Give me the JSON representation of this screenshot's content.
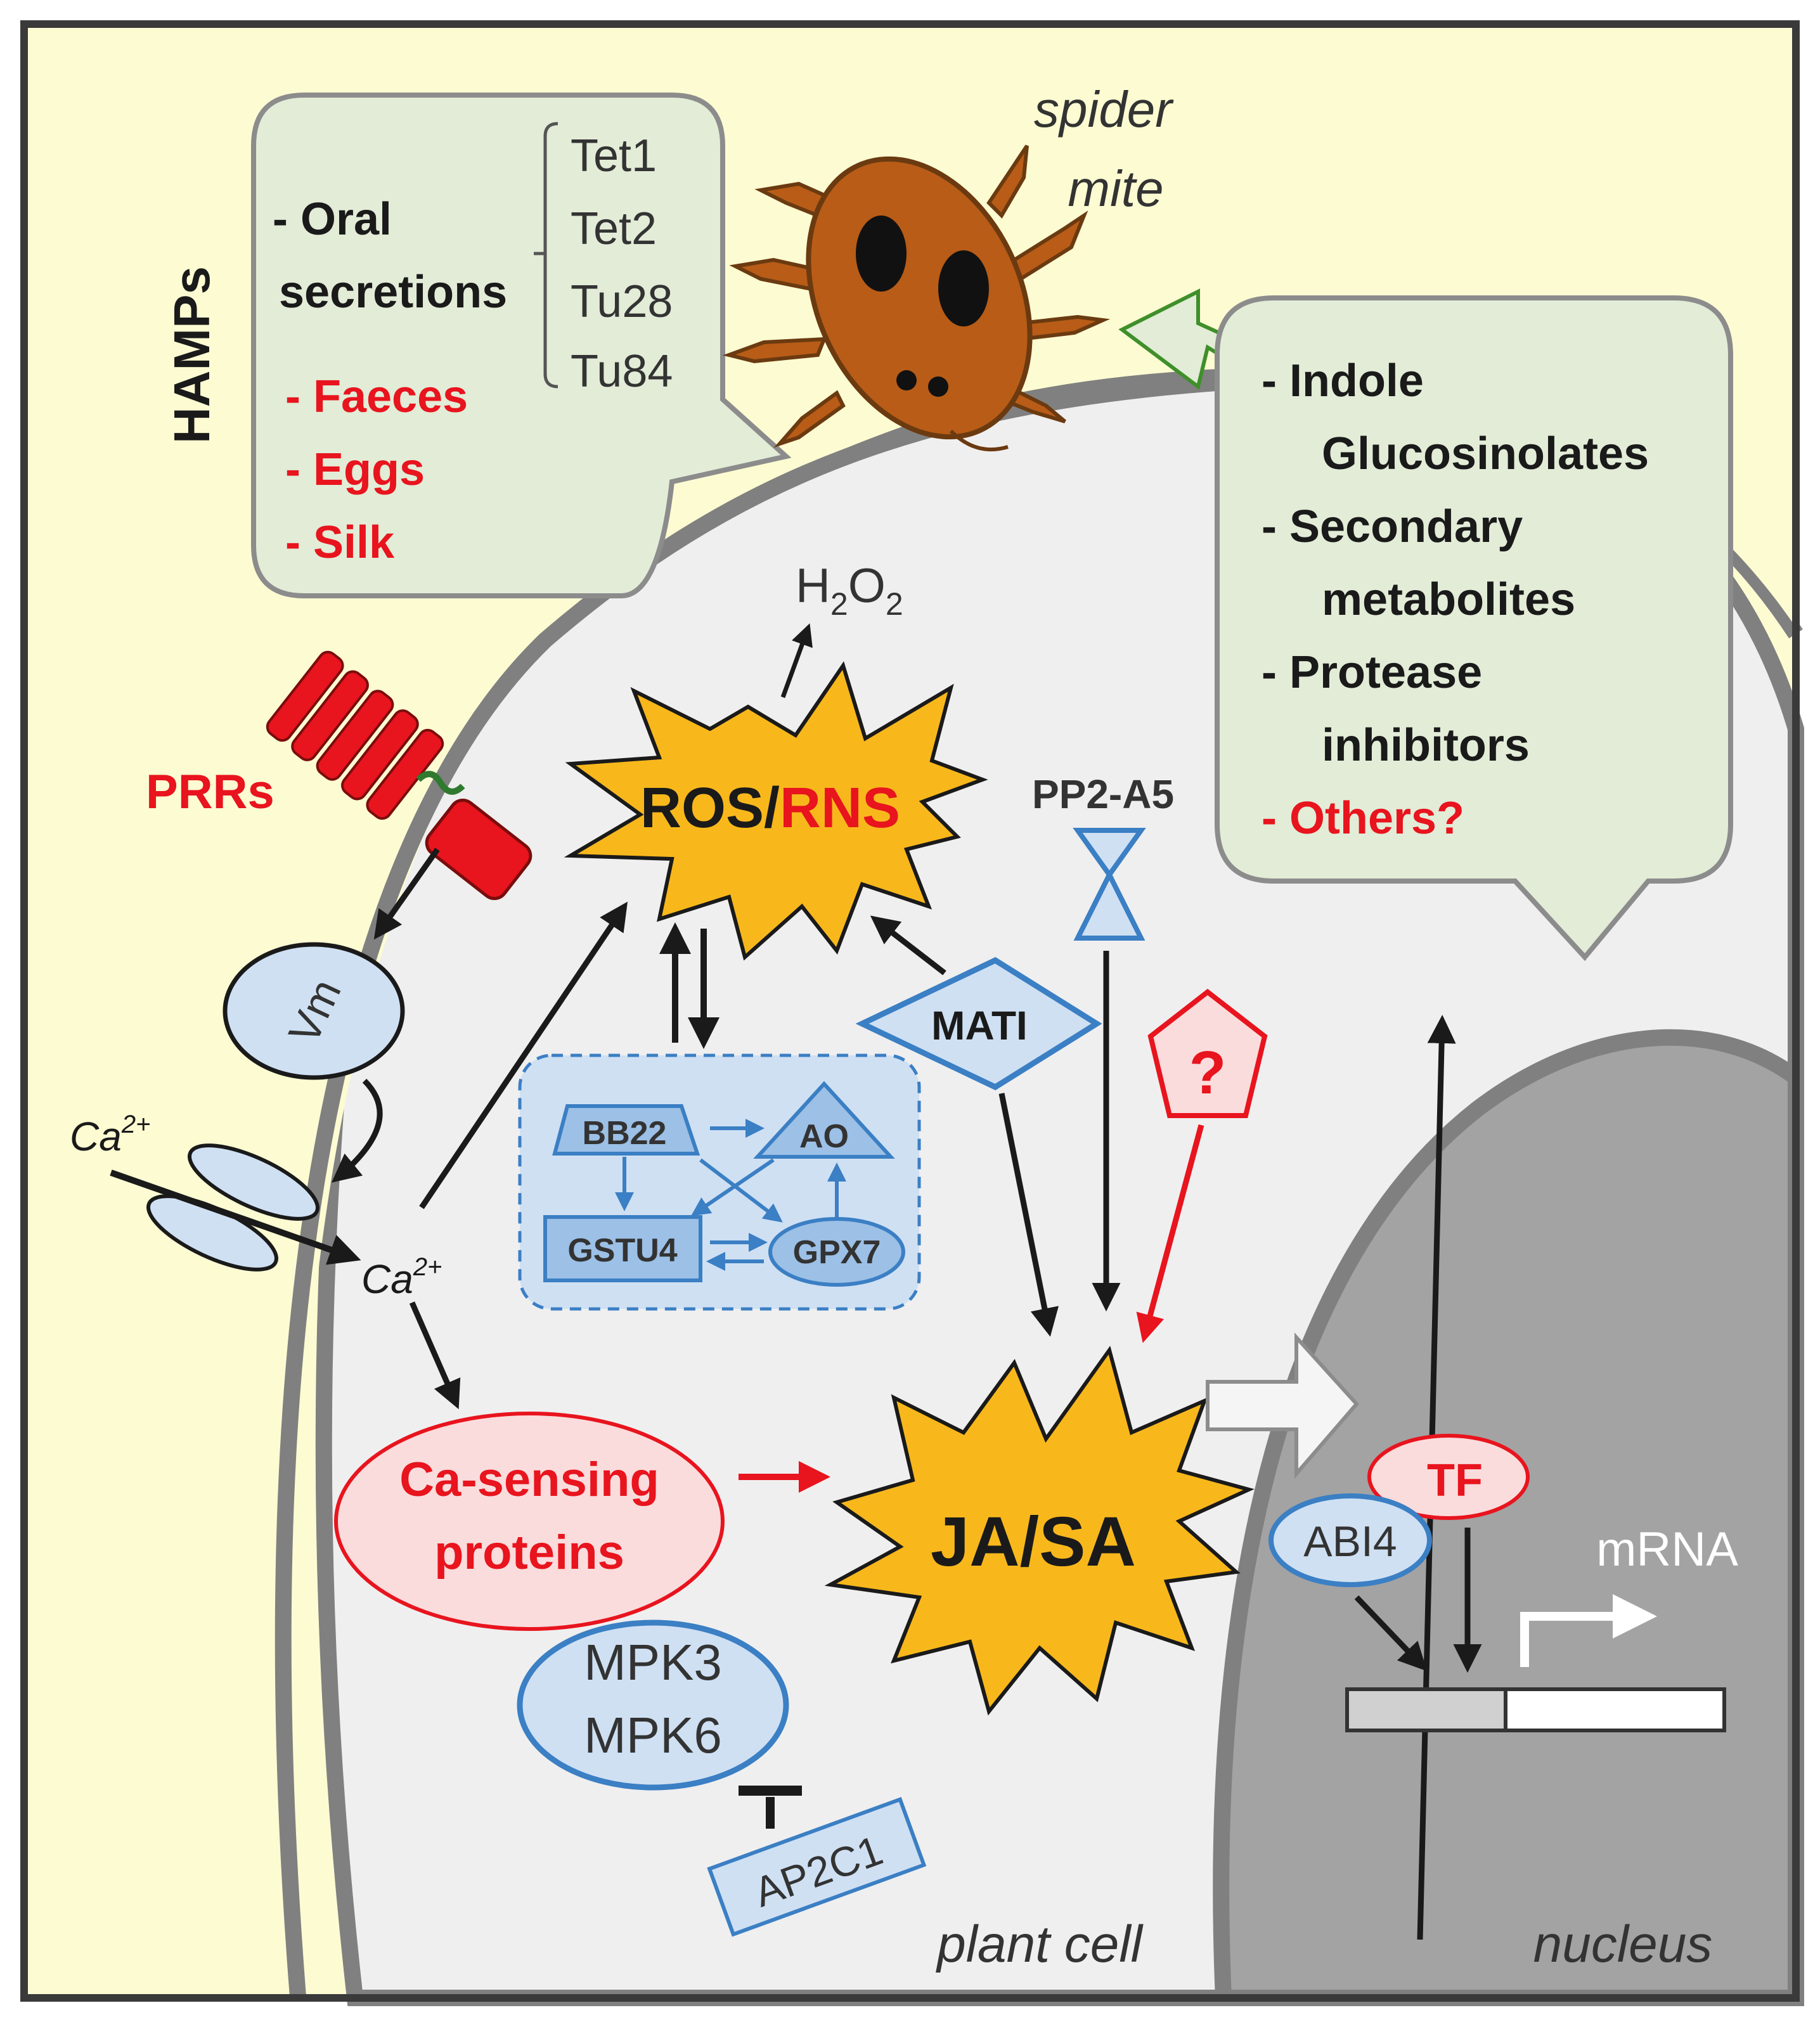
{
  "labels": {
    "hamps": "HAMPs",
    "oral_line1": "- Oral",
    "oral_line2": "secretions",
    "faeces": "- Faeces",
    "eggs": "- Eggs",
    "silk": "- Silk",
    "tet1": "Tet1",
    "tet2": "Tet2",
    "tu28": "Tu28",
    "tu84": "Tu84",
    "spider_line1": "spider",
    "spider_line2": "mite",
    "indole_line1": "- Indole",
    "indole_line2": "Glucosinolates",
    "secondary_line1": "- Secondary",
    "secondary_line2": "metabolites",
    "protease_line1": "- Protease",
    "protease_line2": "inhibitors",
    "others": "- Others?",
    "prrs": "PRRs",
    "vm": "Vm",
    "ca_outside": "Ca",
    "ca_outside_sup": "2+",
    "ca_inside": "Ca",
    "ca_inside_sup": "2+",
    "h2o2_h": "H",
    "h2o2_sub1": "2",
    "h2o2_o": "O",
    "h2o2_sub2": "2",
    "ros": "ROS/",
    "rns": "RNS",
    "pp2a5": "PP2-A5",
    "mati": "MATI",
    "question": "?",
    "bb22": "BB22",
    "ao": "AO",
    "gstu4": "GSTU4",
    "gpx7": "GPX7",
    "jasa": "JA/SA",
    "ca_sensing_line1": "Ca-sensing",
    "ca_sensing_line2": "proteins",
    "mpk3": "MPK3",
    "mpk6": "MPK6",
    "ap2c1": "AP2C1",
    "tf": "TF",
    "abi4": "ABI4",
    "mrna": "mRNA",
    "plant_cell": "plant cell",
    "nucleus": "nucleus"
  },
  "colors": {
    "background": "#fcfbd2",
    "cell": "#efefef",
    "cell_wall": "#808080",
    "nucleus": "#a3a3a3",
    "callout": "#e2ecd7",
    "red": "#e8141e",
    "blue": "#3b7fc4",
    "light_blue": "#cfe0f3",
    "star": "#f8b81c",
    "mite": "#b85c17"
  }
}
